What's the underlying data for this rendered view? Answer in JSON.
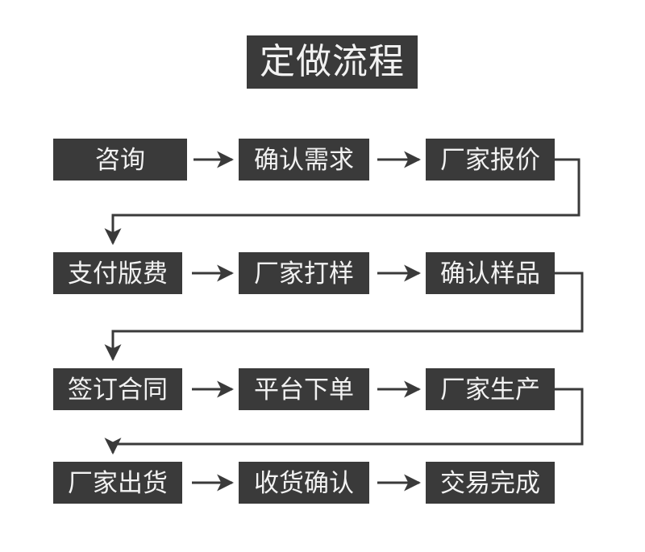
{
  "diagram": {
    "type": "flowchart",
    "title": "定做流程",
    "background_color": "#ffffff",
    "box_color": "#3a3a3a",
    "box_text_color": "#f2f2f2",
    "connector_color": "#3a3a3a",
    "rows": [
      {
        "row_index": 1,
        "steps": [
          {
            "label": "咨询"
          },
          {
            "label": "确认需求"
          },
          {
            "label": "厂家报价"
          }
        ]
      },
      {
        "row_index": 2,
        "steps": [
          {
            "label": "支付版费"
          },
          {
            "label": "厂家打样"
          },
          {
            "label": "确认样品"
          }
        ]
      },
      {
        "row_index": 3,
        "steps": [
          {
            "label": "签订合同"
          },
          {
            "label": "平台下单"
          },
          {
            "label": "厂家生产"
          }
        ]
      },
      {
        "row_index": 4,
        "steps": [
          {
            "label": "厂家出货"
          },
          {
            "label": "收货确认"
          },
          {
            "label": "交易完成"
          }
        ]
      }
    ],
    "sequence": [
      "咨询",
      "确认需求",
      "厂家报价",
      "支付版费",
      "厂家打样",
      "确认样品",
      "签订合同",
      "平台下单",
      "厂家生产",
      "厂家出货",
      "收货确认",
      "交易完成"
    ]
  }
}
